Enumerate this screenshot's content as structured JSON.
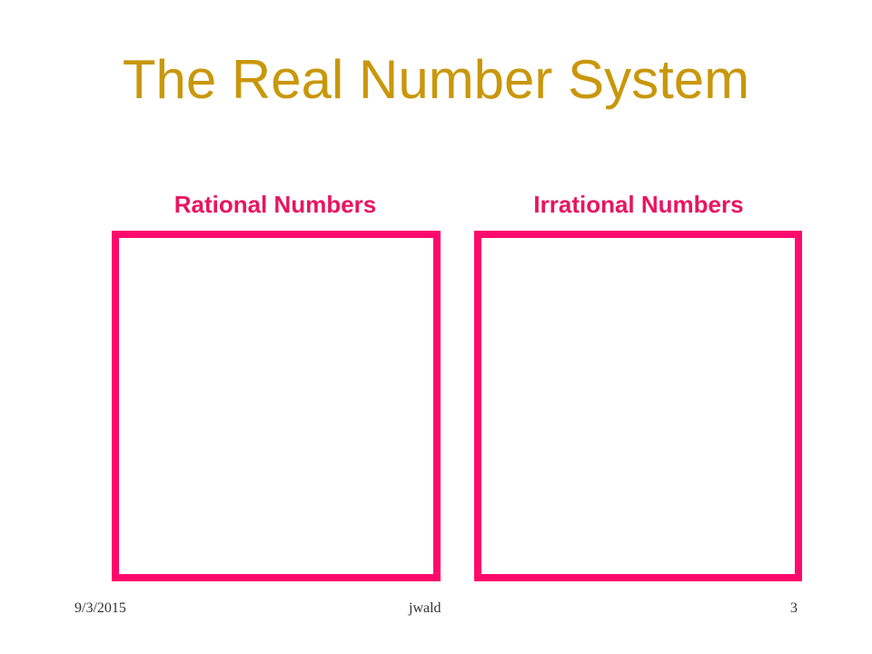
{
  "slide": {
    "title": "The Real Number System",
    "columns": [
      {
        "label": "Rational Numbers"
      },
      {
        "label": "Irrational Numbers"
      }
    ],
    "footer": {
      "date": "9/3/2015",
      "author": "jwald",
      "page_number": "3"
    }
  },
  "colors": {
    "title": "#C9970A",
    "labels": "#E8155E",
    "box_border": "#FF0A6C"
  }
}
